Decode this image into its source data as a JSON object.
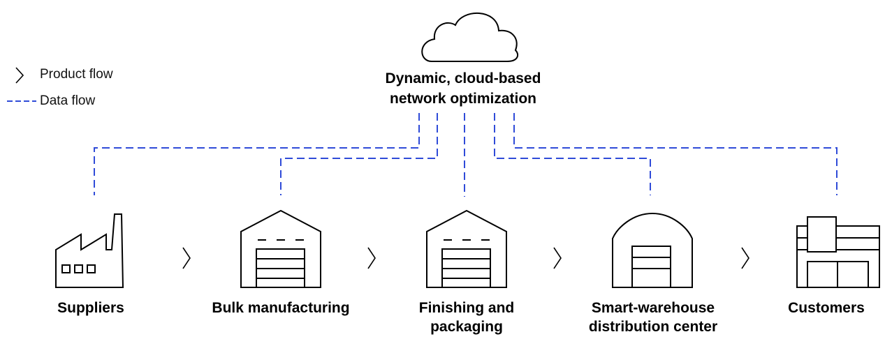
{
  "legend": {
    "product_flow": "Product flow",
    "data_flow": "Data flow"
  },
  "hub": {
    "line1": "Dynamic, cloud-based",
    "line2": "network optimization"
  },
  "nodes": [
    {
      "line1": "Suppliers",
      "line2": "",
      "icon": "factory-icon"
    },
    {
      "line1": "Bulk manufacturing",
      "line2": "",
      "icon": "warehouse-icon"
    },
    {
      "line1": "Finishing and",
      "line2": "packaging",
      "icon": "warehouse-icon"
    },
    {
      "line1": "Smart-warehouse",
      "line2": "distribution center",
      "icon": "smart-warehouse-icon"
    },
    {
      "line1": "Customers",
      "line2": "",
      "icon": "store-icon"
    }
  ],
  "colors": {
    "data_flow": "#2f4bd8",
    "stroke": "#000000"
  }
}
